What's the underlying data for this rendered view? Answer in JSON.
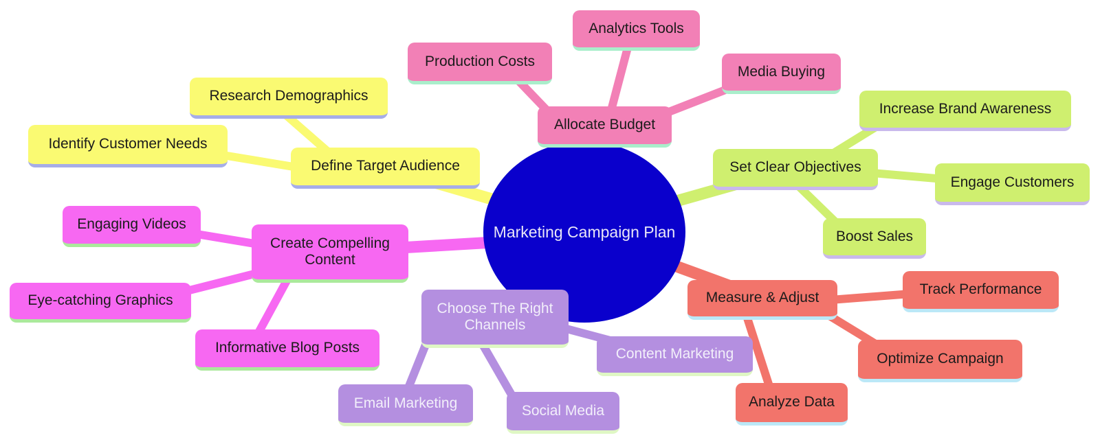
{
  "root": {
    "label": "Marketing Campaign Plan"
  },
  "branches": [
    {
      "label": "Allocate Budget",
      "children": [
        "Production Costs",
        "Analytics Tools",
        "Media Buying"
      ]
    },
    {
      "label": "Set Clear Objectives",
      "children": [
        "Increase Brand Awareness",
        "Engage Customers",
        "Boost Sales"
      ]
    },
    {
      "label": "Define Target Audience",
      "children": [
        "Research Demographics",
        "Identify Customer Needs"
      ]
    },
    {
      "label": "Create Compelling Content",
      "children": [
        "Engaging Videos",
        "Eye-catching Graphics",
        "Informative Blog Posts"
      ]
    },
    {
      "label": "Choose The Right Channels",
      "children": [
        "Email Marketing",
        "Social Media",
        "Content Marketing"
      ]
    },
    {
      "label": "Measure & Adjust",
      "children": [
        "Track Performance",
        "Optimize Campaign",
        "Analyze Data"
      ]
    }
  ],
  "colors": {
    "root_fill": "#0a00cc",
    "root_text": "#e9e6f7",
    "allocate_budget_fill": "#f280b6",
    "allocate_budget_underline": "#a9eecb",
    "set_clear_objectives_fill": "#cfef6f",
    "set_clear_objectives_underline": "#c9b9ec",
    "define_target_audience_fill": "#fafa72",
    "define_target_audience_underline": "#a6ade8",
    "create_compelling_content_fill": "#f768f2",
    "create_compelling_content_underline": "#abe99c",
    "choose_channels_fill": "#b48fe0",
    "choose_channels_underline": "#dff7c4",
    "choose_channels_text": "#f2effa",
    "measure_adjust_fill": "#f2746b",
    "measure_adjust_underline": "#bbe8f7",
    "node_text": "#1b1b1b"
  }
}
